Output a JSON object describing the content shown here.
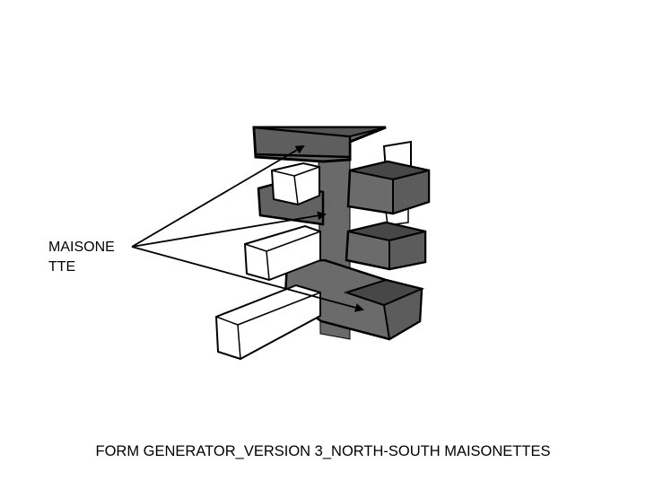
{
  "diagram": {
    "label_line1": "MAISONE",
    "label_line2": "TTE",
    "caption": "FORM GENERATOR_VERSION 3_NORTH-SOUTH MAISONETTES"
  },
  "colors": {
    "dark_face": "#5a5a5a",
    "darker_face": "#454545",
    "mid_face": "#6e6e6e",
    "white_face": "#ffffff",
    "outline": "#000000"
  }
}
